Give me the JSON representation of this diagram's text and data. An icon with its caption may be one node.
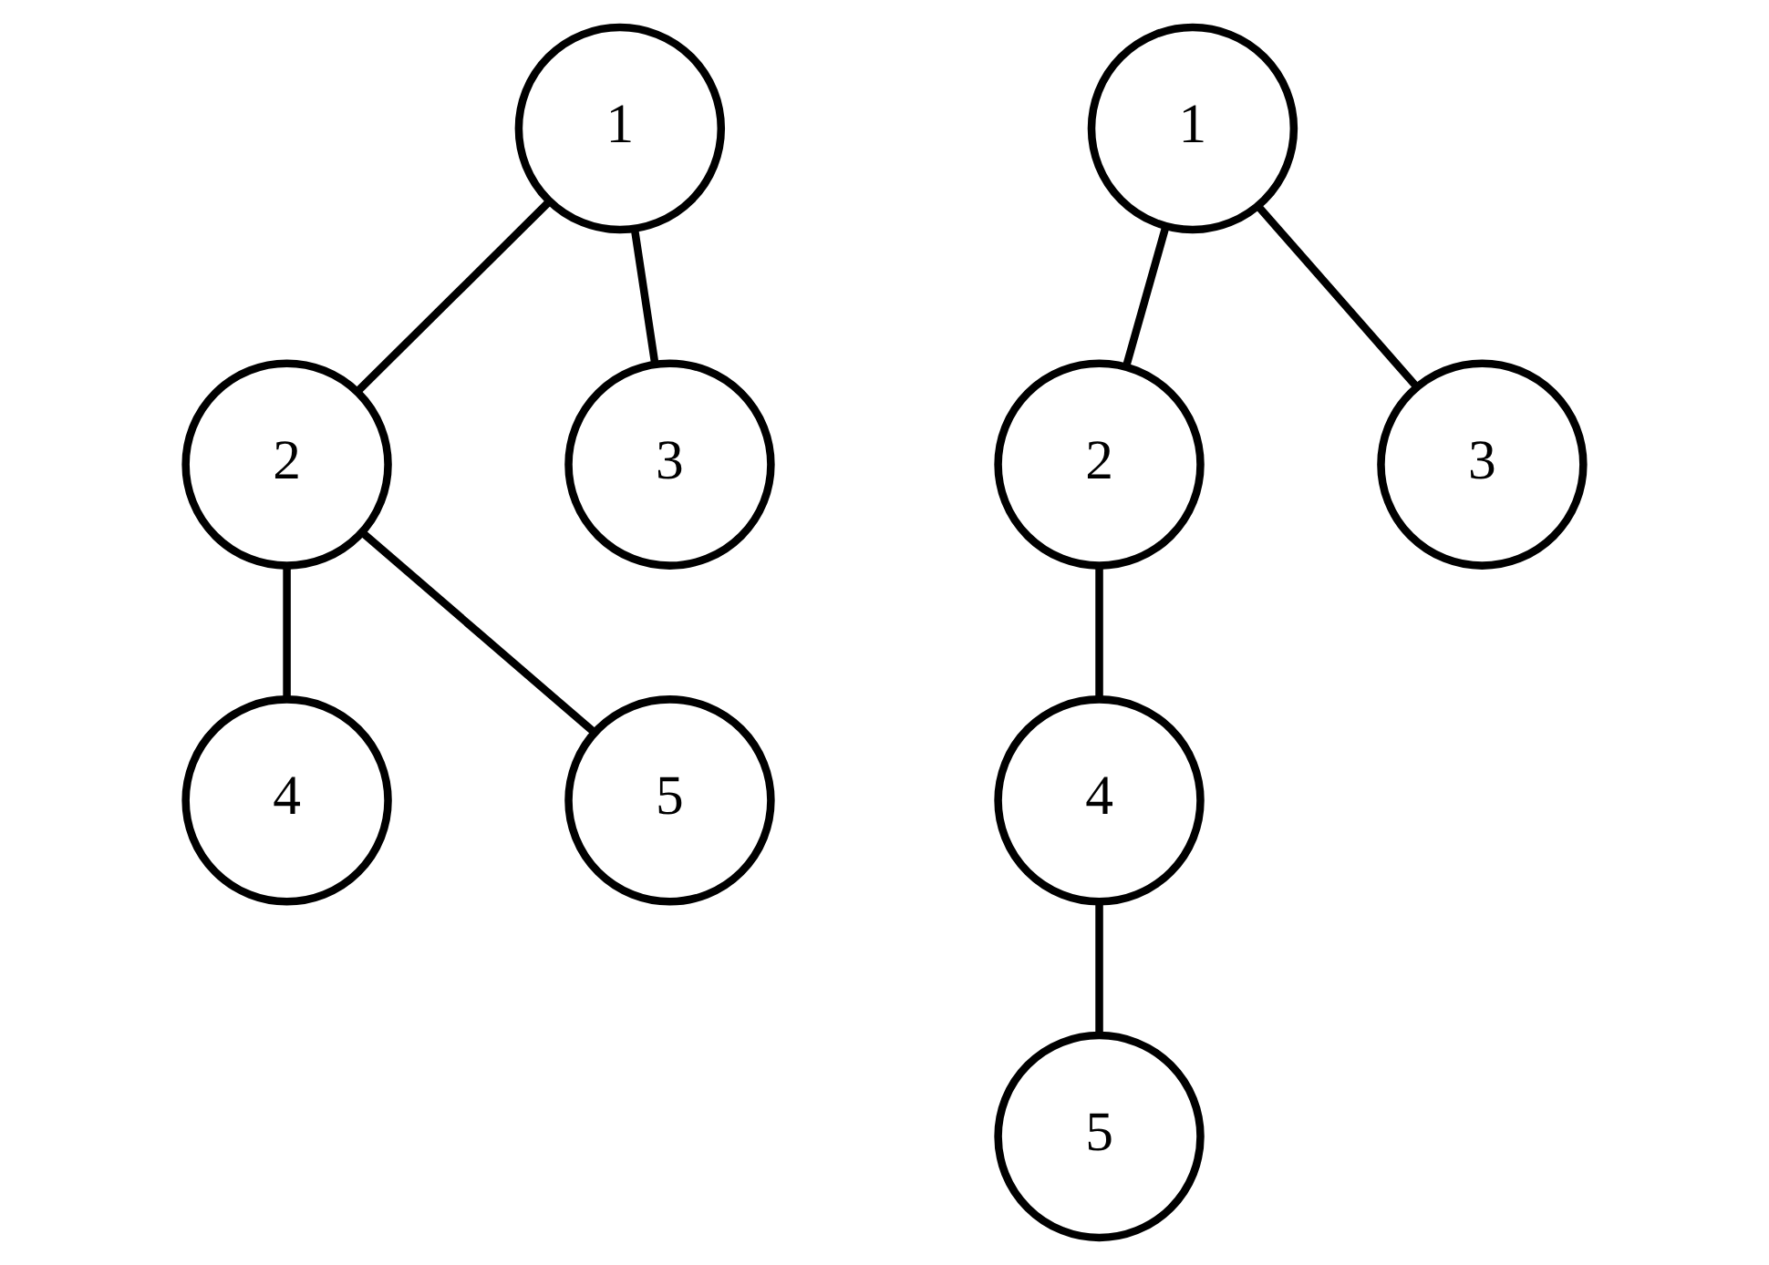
{
  "diagram": {
    "nodes": [
      {
        "text": [
          "1"
        ]
      },
      {
        "text": [
          "2"
        ]
      },
      {
        "text": [
          "3"
        ]
      },
      {
        "text": [
          "4"
        ]
      },
      {
        "text": [
          "5"
        ]
      },
      {
        "text": [
          "1"
        ]
      },
      {
        "text": [
          "2"
        ]
      },
      {
        "text": [
          "3"
        ]
      },
      {
        "text": [
          "4"
        ]
      },
      {
        "text": [
          "5"
        ]
      }
    ],
    "edges": [
      {
        "from": 0,
        "to": 1,
        "arrow": "none"
      },
      {
        "from": 0,
        "to": 2,
        "arrow": "none"
      },
      {
        "from": 1,
        "to": 3,
        "arrow": "none"
      },
      {
        "from": 1,
        "to": 4,
        "arrow": "none"
      },
      {
        "from": 5,
        "to": 6,
        "arrow": "none"
      },
      {
        "from": 5,
        "to": 7,
        "arrow": "none"
      },
      {
        "from": 6,
        "to": 8,
        "arrow": "none"
      },
      {
        "from": 8,
        "to": 9,
        "arrow": "none"
      }
    ]
  }
}
